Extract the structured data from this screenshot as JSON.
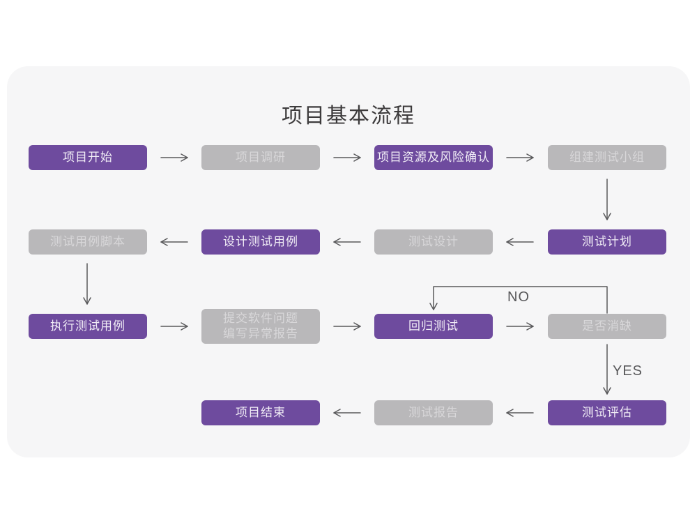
{
  "title": "项目基本流程",
  "colors": {
    "canvas": "#FFFFFF",
    "card_background": "#F6F6F7",
    "node_purple": "#6E4B9E",
    "node_purple_text": "#F1EDF6",
    "node_gray": "#B9B8BA",
    "node_gray_text": "#D8D7D9",
    "arrow": "#58585A",
    "title_text": "#3D3B3C"
  },
  "nodes": {
    "start": {
      "label": "项目开始"
    },
    "research": {
      "label": "项目调研"
    },
    "risk": {
      "label": "项目资源及风险确认"
    },
    "team": {
      "label": "组建测试小组"
    },
    "plan": {
      "label": "测试计划"
    },
    "design": {
      "label": "测试设计"
    },
    "design_cases": {
      "label": "设计测试用例"
    },
    "case_script": {
      "label": "测试用例脚本"
    },
    "execute": {
      "label": "执行测试用例"
    },
    "submit_issue": {
      "line1": "提交软件问题",
      "line2": "编写异常报告"
    },
    "regression": {
      "label": "回归测试"
    },
    "defect_check": {
      "label": "是否消缺"
    },
    "evaluate": {
      "label": "测试评估"
    },
    "report": {
      "label": "测试报告"
    },
    "end": {
      "label": "项目结束"
    }
  },
  "branch_labels": {
    "no": "NO",
    "yes": "YES"
  }
}
